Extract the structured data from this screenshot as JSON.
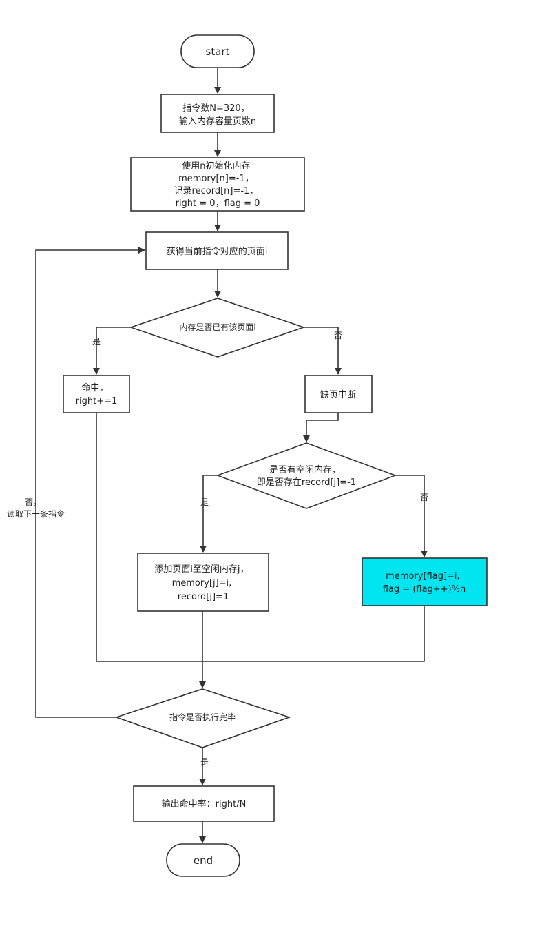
{
  "colors": {
    "stroke": "#333333",
    "text": "#222222",
    "background": "#ffffff",
    "highlight": "#00e5f0"
  },
  "nodes": {
    "start": {
      "lines": [
        "start"
      ]
    },
    "init_n": {
      "lines": [
        "指令数N=320，",
        "输入内存容量页数n"
      ]
    },
    "init_mem": {
      "lines": [
        "使用n初始化内存",
        "memory[n]=-1，",
        "记录record[n]=-1，",
        "right = 0，flag = 0"
      ]
    },
    "get_page": {
      "lines": [
        "获得当前指令对应的页面i"
      ]
    },
    "has_page": {
      "lines": [
        "内存是否已有该页面i"
      ]
    },
    "hit": {
      "lines": [
        "命中，",
        "right+=1"
      ]
    },
    "page_fault": {
      "lines": [
        "缺页中断"
      ]
    },
    "has_free": {
      "lines": [
        "是否有空闲内存，",
        "即是否存在record[j]=-1"
      ]
    },
    "add_page": {
      "lines": [
        "添加页面i至空闲内存j，",
        "memory[j]=i,",
        "record[j]=1"
      ]
    },
    "replace": {
      "lines": [
        "memory[flag]=i,",
        "flag = (flag++)%n"
      ]
    },
    "done": {
      "lines": [
        "指令是否执行完毕"
      ]
    },
    "output": {
      "lines": [
        "输出命中率：right/N"
      ]
    },
    "end": {
      "lines": [
        "end"
      ]
    }
  },
  "edge_labels": {
    "yes_hit": "是",
    "no_fault": "否",
    "yes_free": "是",
    "no_free": "否",
    "no_loop": [
      "否，",
      "读取下一条指令"
    ],
    "yes_done": "是"
  }
}
